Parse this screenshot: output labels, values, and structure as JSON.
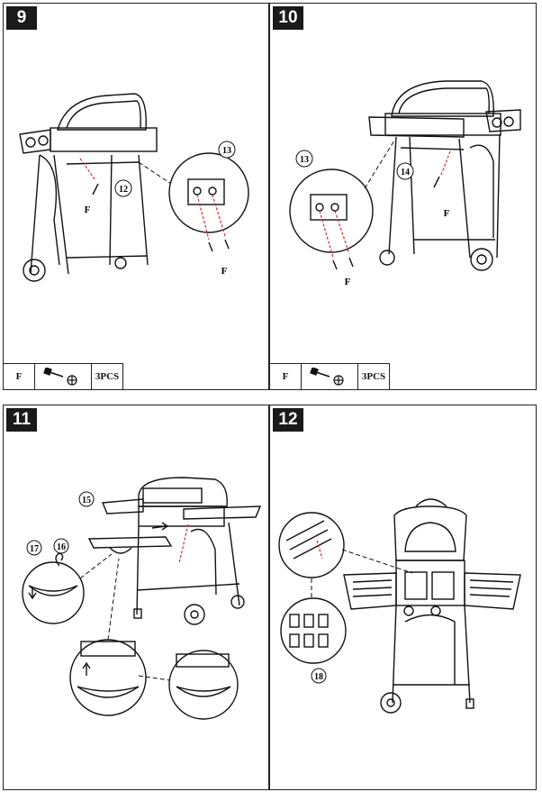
{
  "steps": [
    {
      "number": "9",
      "callouts": {
        "bracket": "13",
        "crossbar": "12",
        "screw_letter_main": "F",
        "screw_letter_detail": "F"
      },
      "parts": {
        "letter": "F",
        "icon": "screw-icon",
        "qty": "3PCS"
      }
    },
    {
      "number": "10",
      "callouts": {
        "bracket": "13",
        "crossbar": "14",
        "screw_letter_main": "F",
        "screw_letter_detail": "F"
      },
      "parts": {
        "letter": "F",
        "icon": "screw-icon",
        "qty": "3PCS"
      }
    },
    {
      "number": "11",
      "callouts": {
        "tray": "15",
        "hook": "16",
        "cup": "17"
      }
    },
    {
      "number": "12",
      "callouts": {
        "plate": "18"
      }
    }
  ],
  "colors": {
    "frame": "#222222",
    "badge": "#1a1a1a",
    "dashed_red": "#d62828",
    "line": "#111111"
  }
}
